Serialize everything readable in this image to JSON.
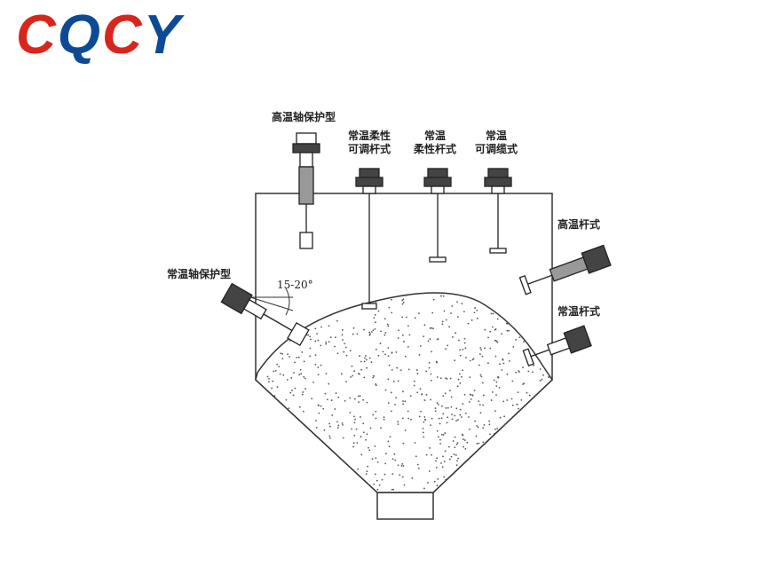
{
  "logo": {
    "text": "CQCY",
    "colors": {
      "red": "#d9261c",
      "blue": "#0d4a96"
    }
  },
  "labels": {
    "high_temp_shaft_protected": "高温轴保护型",
    "normal_flex_adjustable_rod_1": "常温柔性",
    "normal_flex_adjustable_rod_2": "可调杆式",
    "normal_flex_rod_1": "常温",
    "normal_flex_rod_2": "柔性杆式",
    "normal_adjustable_cable_1": "常温",
    "normal_adjustable_cable_2": "可调缆式",
    "high_temp_rod": "高温杆式",
    "normal_shaft_protected": "常温轴保护型",
    "normal_rod": "常温杆式",
    "angle": "15-20°"
  }
}
